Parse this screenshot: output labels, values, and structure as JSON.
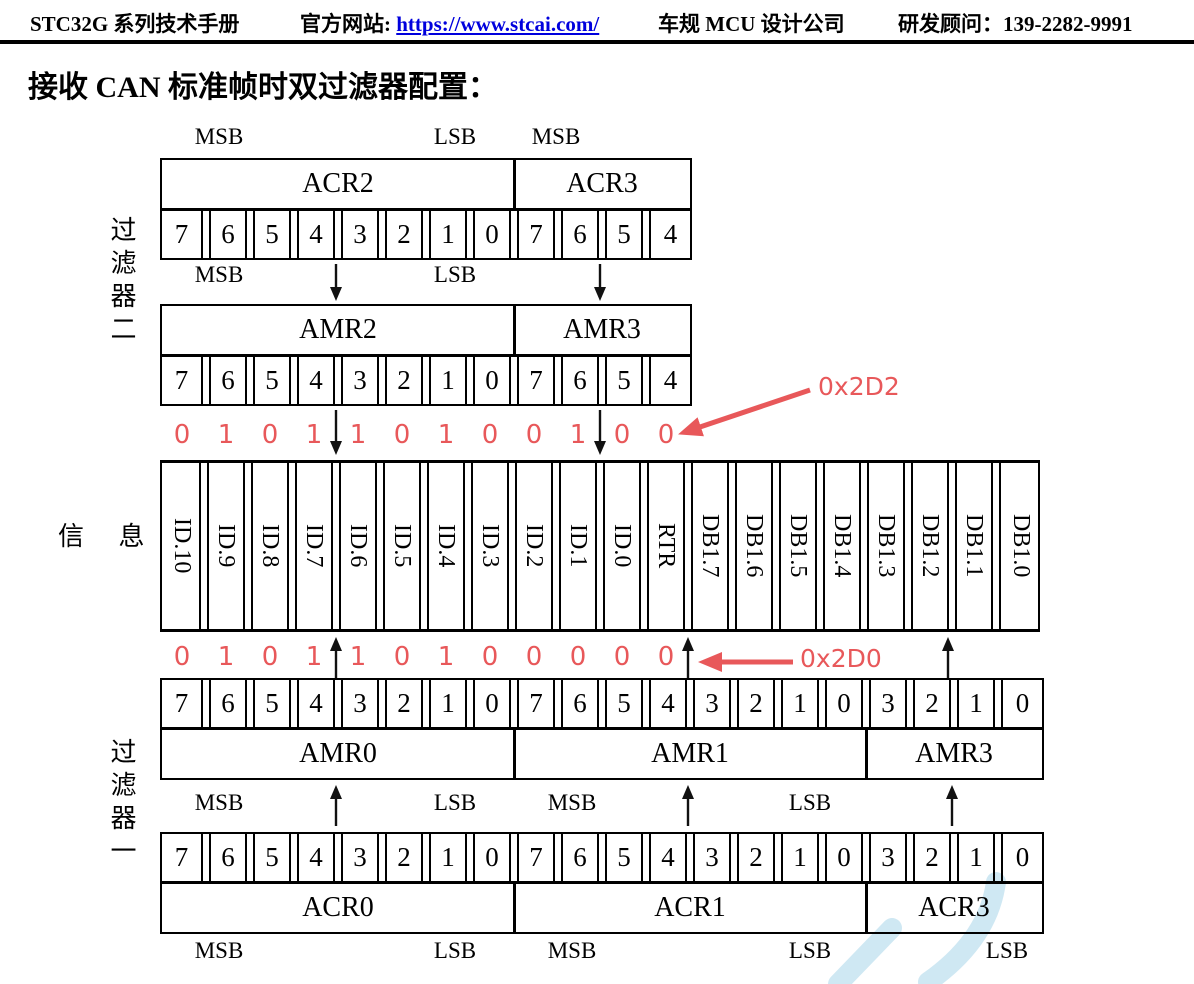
{
  "header": {
    "manual_title": "STC32G 系列技术手册",
    "website_label": "官方网站:",
    "website_url": "https://www.stcai.com/",
    "company": "车规 MCU 设计公司",
    "consultant": "研发顾问：139-2282-9991"
  },
  "page_title": "接收 CAN 标准帧时双过滤器配置：",
  "colors": {
    "annotation_red": "#e8585a",
    "link_blue": "#0000dd",
    "line_black": "#111111",
    "watermark_blue": "#cfe8f3"
  },
  "filter2": {
    "side_label": "过滤器二",
    "top_labels": [
      "MSB",
      "LSB",
      "MSB"
    ],
    "acr_table": {
      "registers": [
        {
          "name": "ACR2",
          "bits": [
            "7",
            "6",
            "5",
            "4",
            "3",
            "2",
            "1",
            "0"
          ]
        },
        {
          "name": "ACR3",
          "bits": [
            "7",
            "6",
            "5",
            "4"
          ]
        }
      ]
    },
    "mid_labels": [
      "MSB",
      "LSB"
    ],
    "amr_table": {
      "registers": [
        {
          "name": "AMR2",
          "bits": [
            "7",
            "6",
            "5",
            "4",
            "3",
            "2",
            "1",
            "0"
          ]
        },
        {
          "name": "AMR3",
          "bits": [
            "7",
            "6",
            "5",
            "4"
          ]
        }
      ]
    },
    "binary_digits": [
      "0",
      "1",
      "0",
      "1",
      "1",
      "0",
      "1",
      "0",
      "0",
      "1",
      "0",
      "0"
    ],
    "hex_annotation": "0x2D2"
  },
  "message": {
    "side_label": "信 息",
    "fields": [
      "ID.10",
      "ID.9",
      "ID.8",
      "ID.7",
      "ID.6",
      "ID.5",
      "ID.4",
      "ID.3",
      "ID.2",
      "ID.1",
      "ID.0",
      "RTR",
      "DB1.7",
      "DB1.6",
      "DB1.5",
      "DB1.4",
      "DB1.3",
      "DB1.2",
      "DB1.1",
      "DB1.0"
    ]
  },
  "filter1": {
    "side_label": "过滤器一",
    "binary_digits": [
      "0",
      "1",
      "0",
      "1",
      "1",
      "0",
      "1",
      "0",
      "0",
      "0",
      "0",
      "0"
    ],
    "hex_annotation": "0x2D0",
    "amr_table": {
      "registers": [
        {
          "name": "AMR0",
          "bits": [
            "7",
            "6",
            "5",
            "4",
            "3",
            "2",
            "1",
            "0"
          ]
        },
        {
          "name": "AMR1",
          "bits": [
            "7",
            "6",
            "5",
            "4",
            "3",
            "2",
            "1",
            "0"
          ]
        },
        {
          "name": "AMR3",
          "bits": [
            "3",
            "2",
            "1",
            "0"
          ]
        }
      ]
    },
    "mid_labels": [
      "MSB",
      "LSB",
      "MSB",
      "LSB"
    ],
    "acr_table": {
      "registers": [
        {
          "name": "ACR0",
          "bits": [
            "7",
            "6",
            "5",
            "4",
            "3",
            "2",
            "1",
            "0"
          ]
        },
        {
          "name": "ACR1",
          "bits": [
            "7",
            "6",
            "5",
            "4",
            "3",
            "2",
            "1",
            "0"
          ]
        },
        {
          "name": "ACR3",
          "bits": [
            "3",
            "2",
            "1",
            "0"
          ]
        }
      ]
    },
    "bottom_labels": [
      "MSB",
      "LSB",
      "MSB",
      "LSB",
      "LSB"
    ]
  }
}
